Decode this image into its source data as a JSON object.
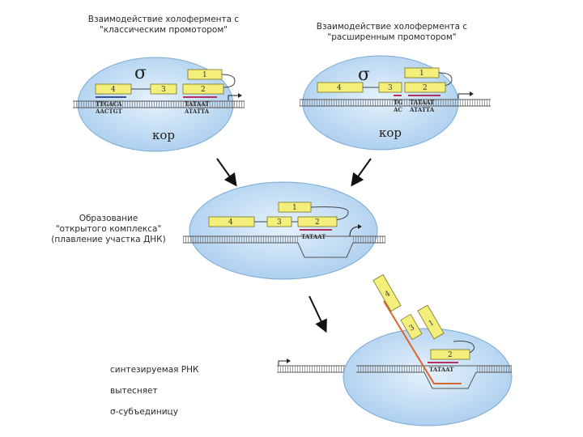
{
  "captions": {
    "classic_title": "Взаимодействие холофермента с\n\"классическим промотором\"",
    "extended_title": "Взаимодействие холофермента с\n\"расширенным промотором\"",
    "open_complex": "Образование\n\"открытого комплекса\"\n(плавление участка ДНК)",
    "rna_line1": "синтезируемая РНК",
    "rna_line2_a": "вытесняет",
    "rna_line2_b": "σ-субъединицу"
  },
  "labels": {
    "sigma": "σ",
    "core": "кор",
    "d1": "1",
    "d2": "2",
    "d3": "3",
    "d4": "4"
  },
  "sequences": {
    "m35_top": "TTGACA",
    "m35_bot": "AACTGT",
    "m10_top": "TATAAT",
    "m10_bot": "ATATTA",
    "ext_top": "TG",
    "ext_bot": "AC"
  },
  "colors": {
    "ellipse": "#bcdaf2",
    "domain": "#f4ee7a",
    "motif_minus10": "#b03060",
    "motif_minus35": "#3a4fa0",
    "rna": "#d9652c"
  }
}
